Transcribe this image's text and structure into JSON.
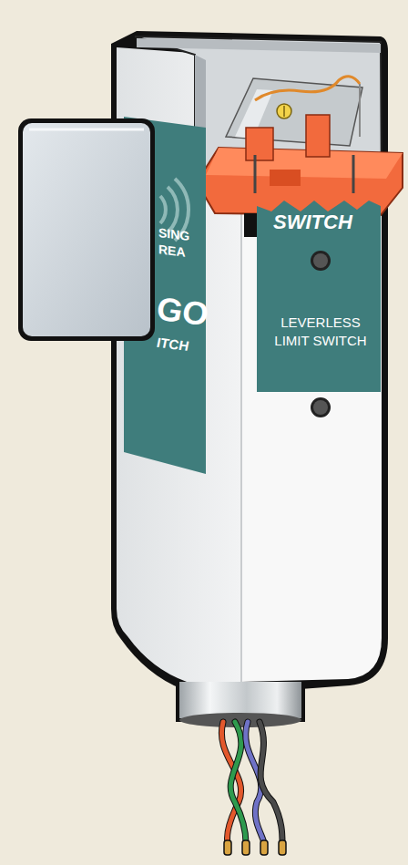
{
  "diagram": {
    "labels": [
      "SING",
      "REA",
      "GO",
      "ITCH",
      "SWITCH",
      "LEVERLESS LIMIT SWITCH"
    ]
  }
}
